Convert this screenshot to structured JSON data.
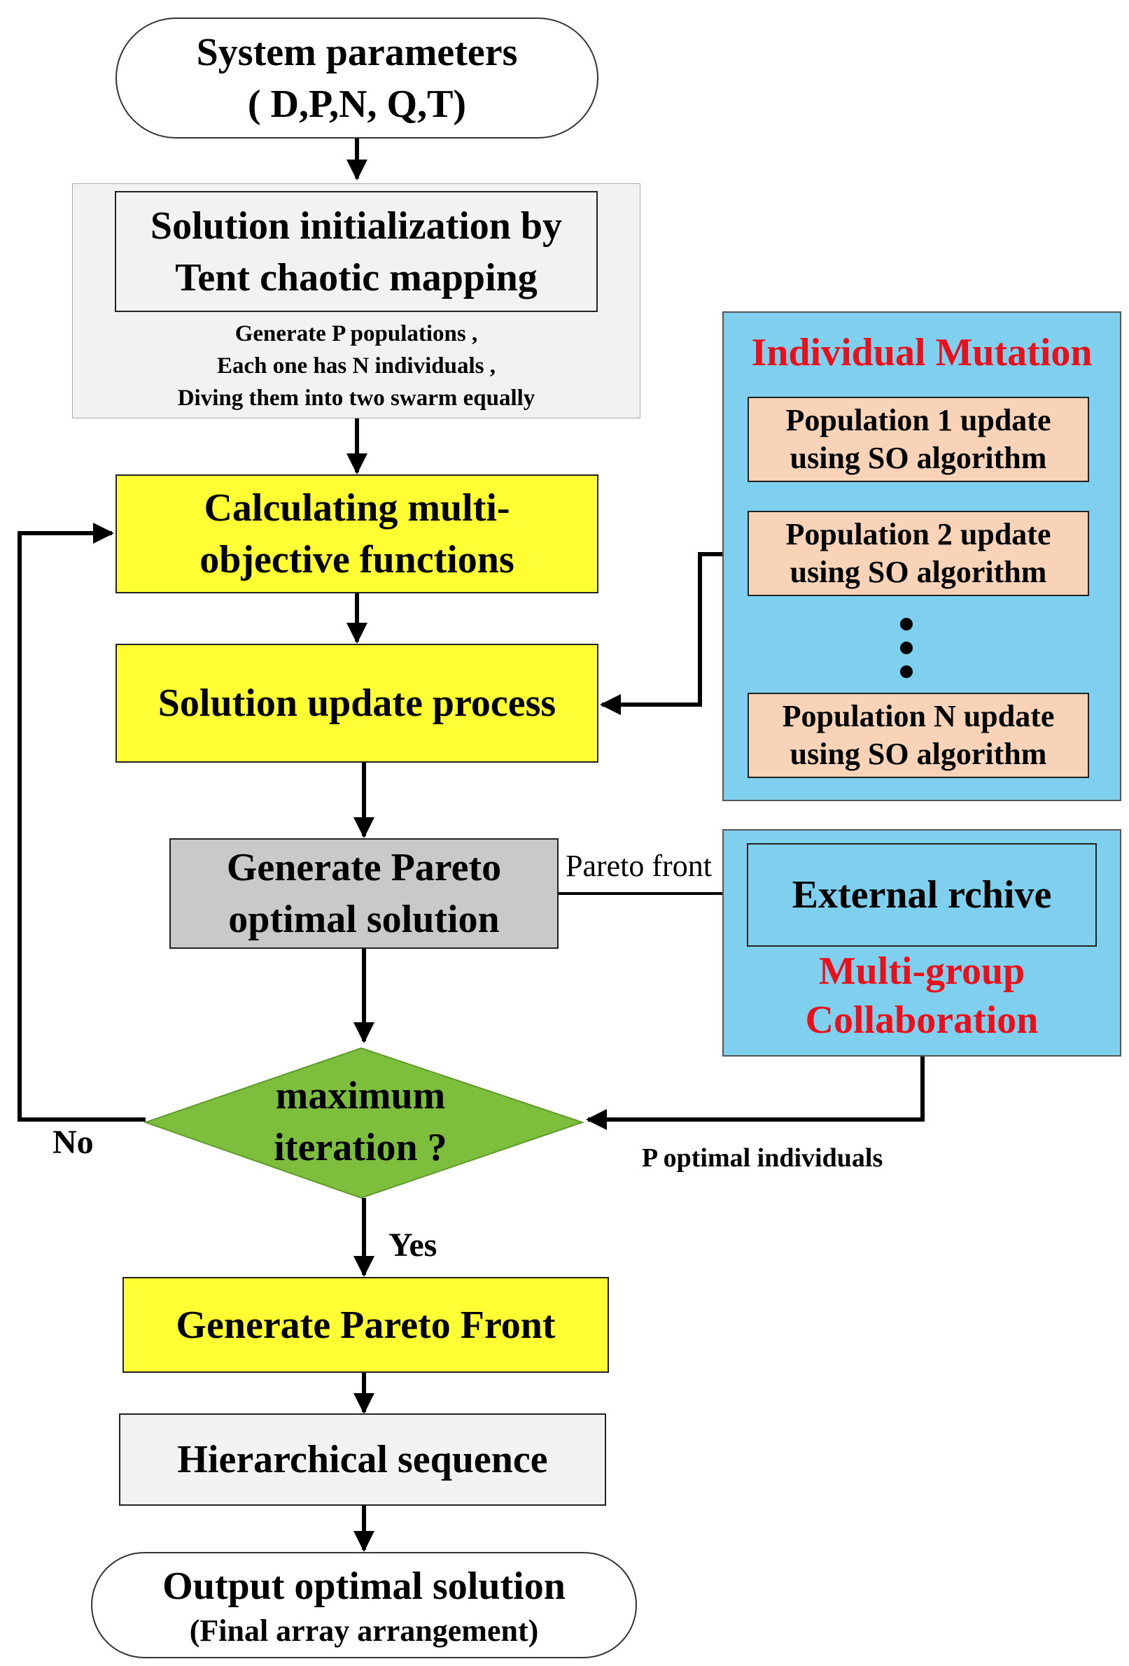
{
  "start": {
    "line1": "System parameters",
    "line2": "( D,P,N, Q,T)"
  },
  "init": {
    "title1": "Solution initialization by",
    "title2": "Tent chaotic mapping",
    "desc1": "Generate P populations ,",
    "desc2": "Each one has  N individuals ,",
    "desc3": "Diving them  into two swarm equally"
  },
  "calc": {
    "line1": "Calculating multi-",
    "line2": "objective functions"
  },
  "update": {
    "label": "Solution update process"
  },
  "pareto_gen": {
    "line1": "Generate Pareto",
    "line2": "optimal solution"
  },
  "decision": {
    "line1": "maximum",
    "line2": "iteration ?"
  },
  "pareto_front": {
    "label": "Generate Pareto Front"
  },
  "hier": {
    "label": "Hierarchical sequence"
  },
  "end": {
    "line1": "Output optimal solution",
    "line2": "(Final  array arrangement)"
  },
  "mutation": {
    "title": "Individual Mutation",
    "pops": [
      {
        "line1": "Population 1 update",
        "line2": "using SO algorithm"
      },
      {
        "line1": "Population 2 update",
        "line2": "using SO algorithm"
      },
      {
        "line1": "Population N update",
        "line2": "using SO algorithm"
      }
    ]
  },
  "archive": {
    "label": "External rchive",
    "caption1": "Multi-group",
    "caption2": "Collaboration"
  },
  "edge_labels": {
    "pareto_front": "Pareto front",
    "no": "No",
    "yes": "Yes",
    "p_optimal": "P optimal individuals"
  },
  "colors": {
    "process": "#ffff33",
    "decision": "#7dbf3c",
    "panel": "#7fd0ee",
    "population": "#f8d3b8",
    "accent_text": "#e8101a",
    "generate": "#c9c9c9"
  }
}
